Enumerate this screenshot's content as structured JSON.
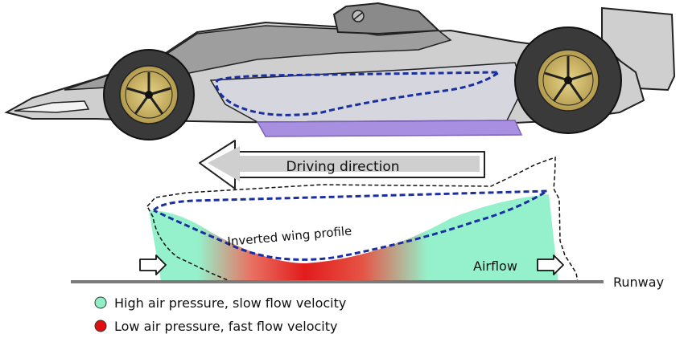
{
  "labels": {
    "driving_direction": "Driving direction",
    "wing_profile": "Inverted wing profile",
    "airflow": "Airflow",
    "runway": "Runway"
  },
  "legend": [
    {
      "color": "#8ff0c8",
      "text": "High air pressure, slow flow velocity"
    },
    {
      "color": "#e01010",
      "text": "Low air pressure, fast flow velocity"
    }
  ],
  "colors": {
    "body": "#cfcfcf",
    "body_dark": "#9e9e9e",
    "tire": "#3a3a3a",
    "rim": "#c9b46a",
    "sidepod_under": "#a98fe0",
    "profile_line": "#1a2fa0",
    "high_pressure": "#8ff0c8",
    "low_pressure": "#e01010"
  }
}
